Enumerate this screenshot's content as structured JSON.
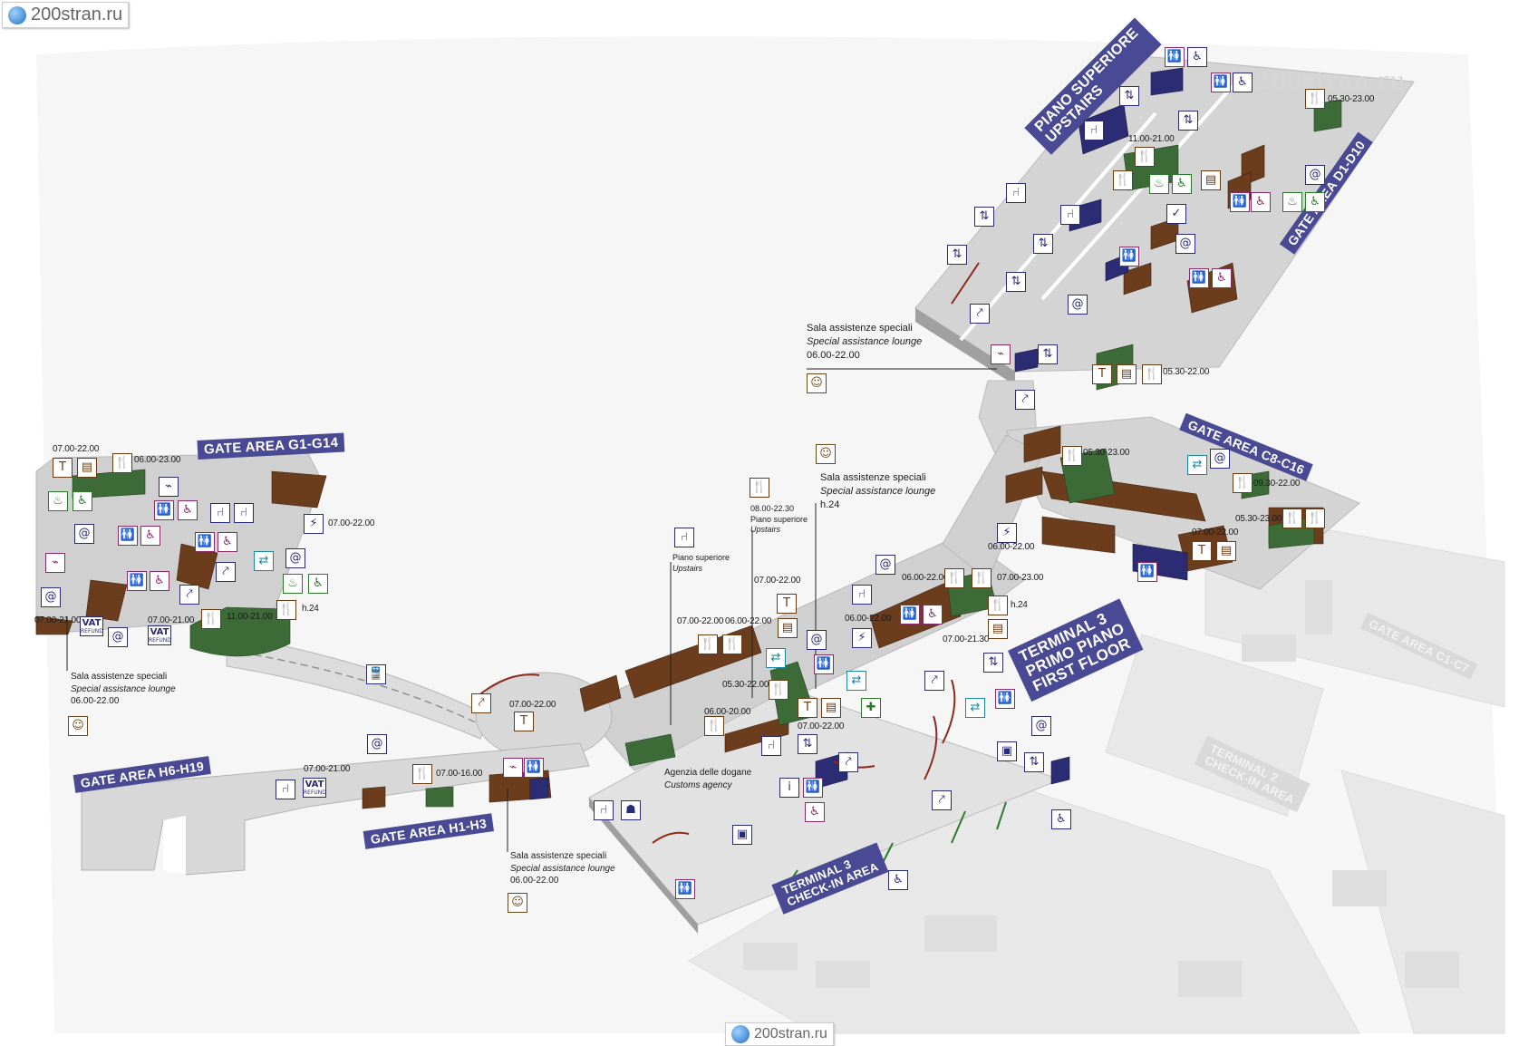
{
  "watermarks": {
    "top_logo": "200stran.ru",
    "bottom_logo": "200stran.ru",
    "overlay": "200stran.ru"
  },
  "gate_labels": {
    "g": "GATE AREA G1-G14",
    "d": "GATE AREA D1-D10",
    "c": "GATE AREA C8-C16",
    "h6": "GATE AREA H6-H19",
    "h1": "GATE AREA H1-H3",
    "upstairs": [
      "PIANO SUPERIORE",
      "UPSTAIRS"
    ],
    "t3_first": [
      "TERMINAL 3",
      "PRIMO PIANO",
      "FIRST FLOOR"
    ],
    "t3_checkin": [
      "TERMINAL 3",
      "CHECK-IN AREA"
    ],
    "faded_c1": "GATE AREA C1-C7",
    "faded_t2": [
      "TERMINAL 2",
      "CHECK-IN AREA"
    ]
  },
  "lounges": {
    "top": {
      "it": "Sala assistenze speciali",
      "en": "Special assistance lounge",
      "hours": "06.00-22.00"
    },
    "middle": {
      "it": "Sala assistenze speciali",
      "en": "Special assistance lounge",
      "hours": "h.24"
    },
    "left": {
      "it": "Sala assistenze speciali",
      "en": "Special assistance lounge",
      "hours": "06.00-22.00"
    },
    "bottom": {
      "it": "Sala assistenze speciali",
      "en": "Special assistance lounge",
      "hours": "06.00-22.00"
    }
  },
  "notes": {
    "customs_it": "Agenzia delle dogane",
    "customs_en": "Customs agency",
    "upstairs_1_it": "Piano superiore",
    "upstairs_1_en": "Upstairs",
    "upstairs_2_hours": "08.00-22.30",
    "upstairs_2_it": "Piano superiore",
    "upstairs_2_en": "Upstairs"
  },
  "times": {
    "t01": "05.30-23.00",
    "t02": "11.00-21.00",
    "t03": "05.30-22.00",
    "t04": "05.30-23.00",
    "t05": "09.30-22.00",
    "t06": "05.30-23.00",
    "t07": "07.00-22.00",
    "t08": "06.00-22.00",
    "t09": "06.00-22.00",
    "t10": "07.00-23.00",
    "t11": "h.24",
    "t12": "07.00-21.30",
    "t13": "06.00-22.00",
    "t14": "07.00-22.00",
    "t15": "07.00-22.00",
    "t16": "06.00-22.00",
    "t17": "05.30-22.00",
    "t18": "06.00-20.00",
    "t19": "07.00-22.00",
    "t20": "07.00-22.00",
    "t21": "07.00-21.00",
    "t22": "07.00-16.00",
    "t23": "07.00-22.00",
    "t24": "06.00-23.00",
    "t25": "07.00-22.00",
    "t26": "07.00-21.00",
    "t27": "11.00-21.00",
    "t28": "h.24",
    "t29": "07.00-21.00"
  },
  "vat": {
    "v1": "VAT",
    "v1b": "REFUND",
    "v2": "VAT",
    "v2b": "REFUND",
    "v3": "VAT",
    "v3b": "REFUND"
  },
  "icons": [
    "toilets-icon",
    "wheelchair-icon",
    "restaurant-icon",
    "shop-icon",
    "internet-icon",
    "elevator-icon",
    "escalator-icon",
    "information-icon",
    "smoking-icon",
    "pharmacy-icon",
    "lounge-seat-icon",
    "train-icon",
    "baby-icon"
  ]
}
